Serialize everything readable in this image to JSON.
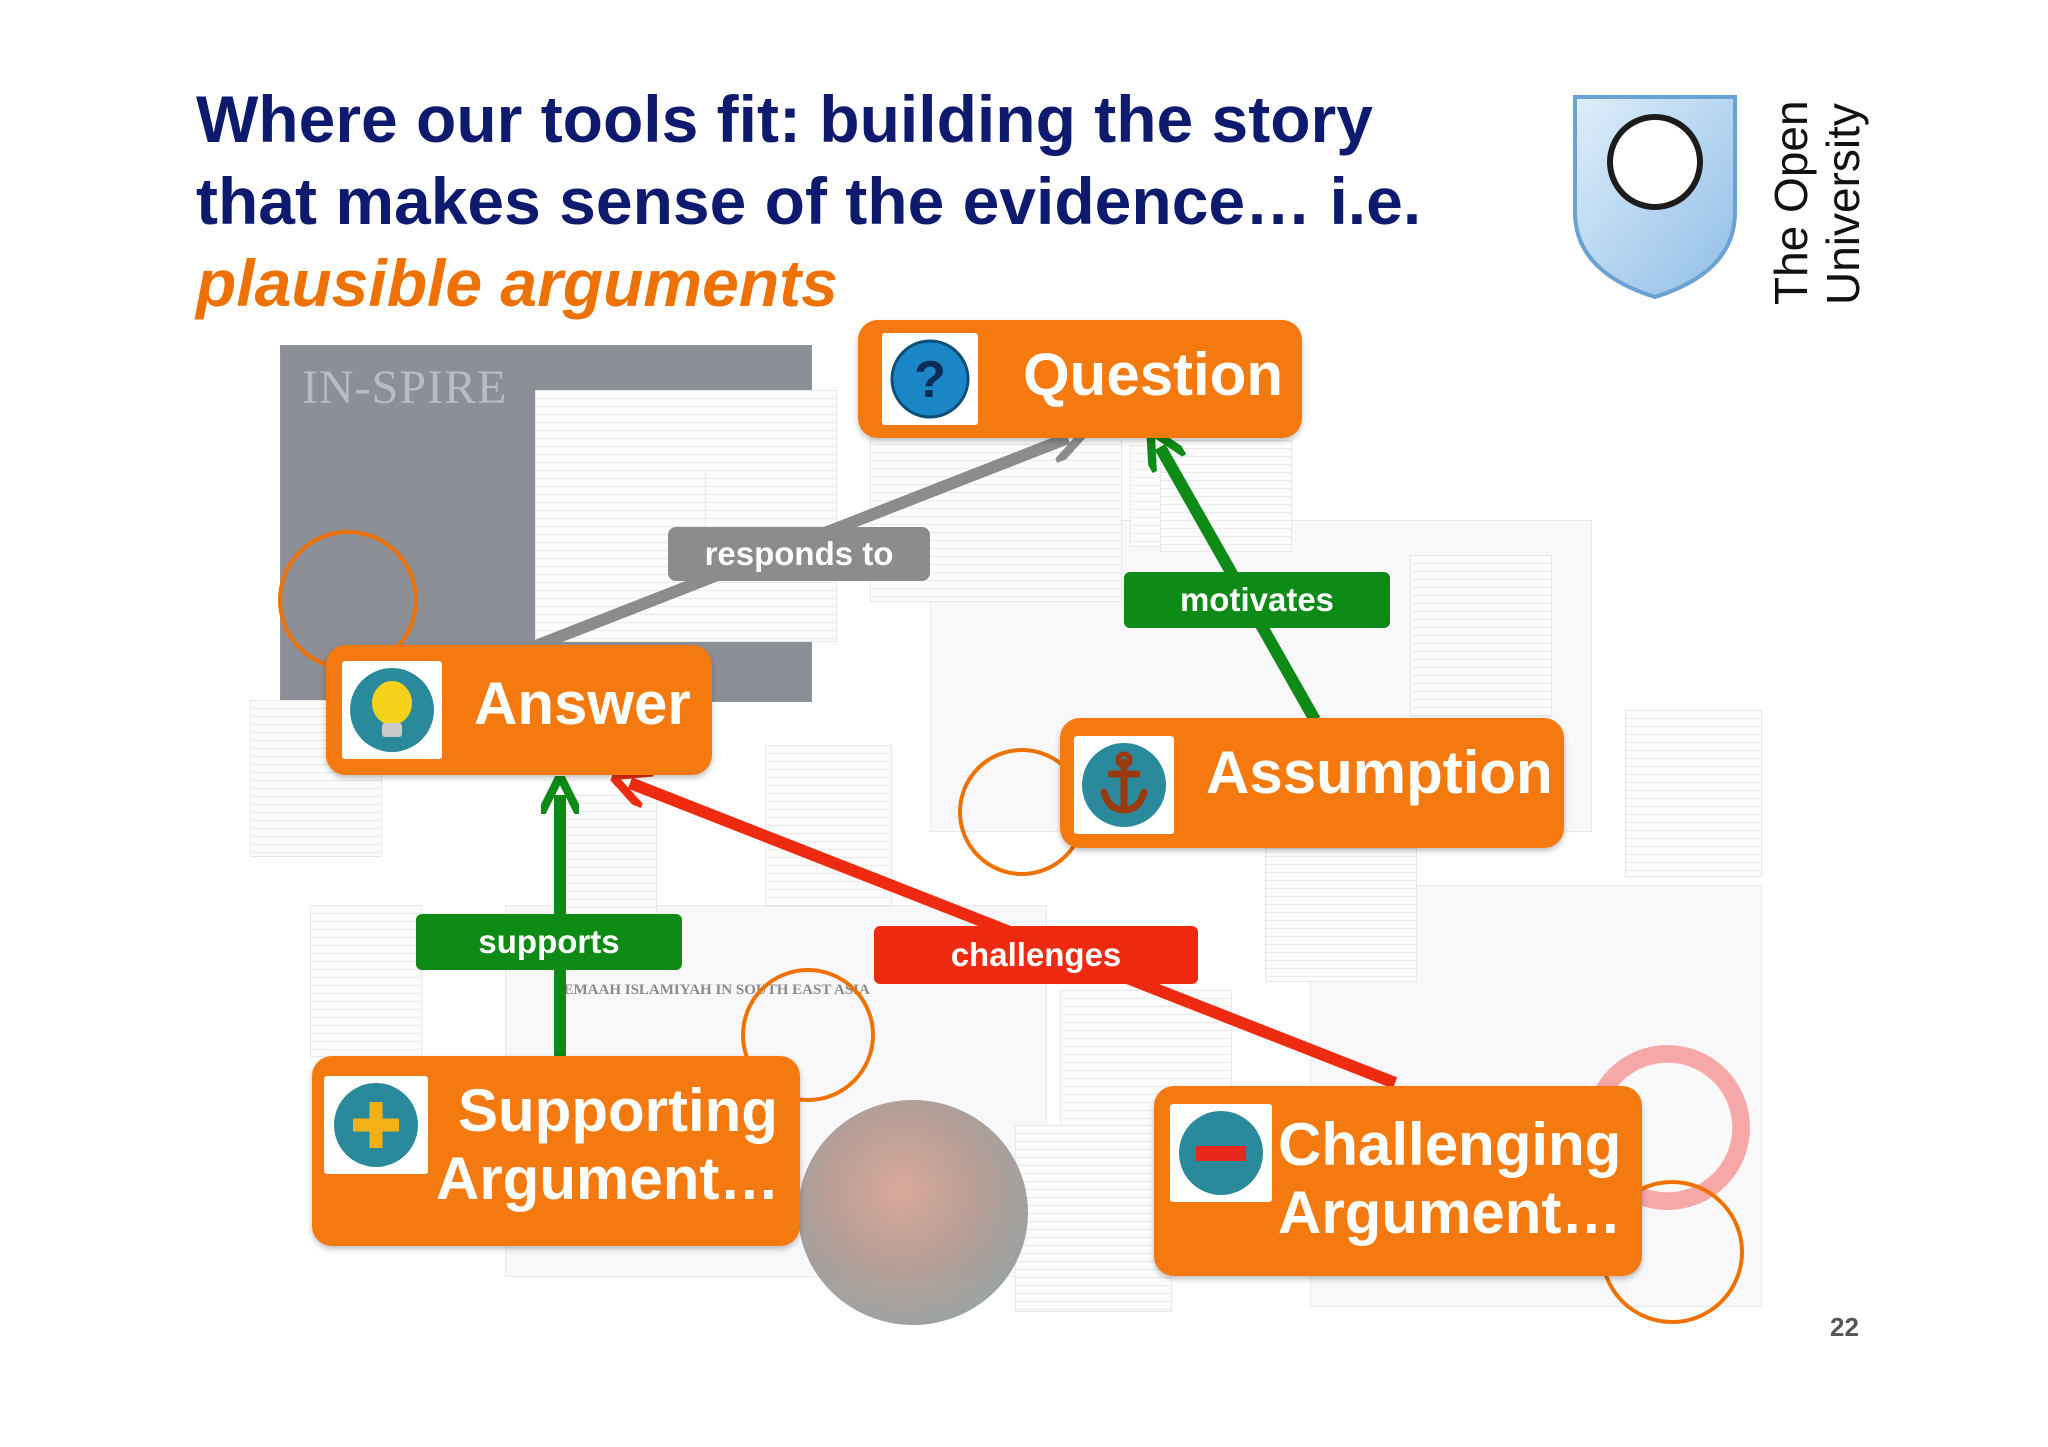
{
  "slide": {
    "title_line1": "Where our tools fit: building the story",
    "title_line2": "that makes sense of the evidence… i.e.",
    "title_emphasis": "plausible arguments",
    "page_number": "22"
  },
  "logo": {
    "university_line1": "The Open",
    "university_line2": "University",
    "icon": "open-university-shield-icon"
  },
  "background_labels": {
    "inspire": "IN-SPIRE",
    "ji_map": "JEMAAH ISLAMIYAH IN SOUTH EAST ASIA"
  },
  "nodes": {
    "question": {
      "label": "Question",
      "icon": "question-mark-icon"
    },
    "answer": {
      "label": "Answer",
      "icon": "lightbulb-icon"
    },
    "assumption": {
      "label": "Assumption",
      "icon": "anchor-icon"
    },
    "supporting": {
      "label_line1": "Supporting",
      "label_line2": "Argument…",
      "icon": "plus-icon"
    },
    "challenging": {
      "label_line1": "Challenging",
      "label_line2": "Argument…",
      "icon": "minus-icon"
    }
  },
  "links": {
    "responds_to": "responds to",
    "motivates": "motivates",
    "supports": "supports",
    "challenges": "challenges"
  },
  "colors": {
    "title_navy": "#0d1a6e",
    "node_orange": "#f47a0f",
    "link_grey": "#8c8c8c",
    "link_green": "#0e8a16",
    "link_red": "#ee2b10"
  }
}
